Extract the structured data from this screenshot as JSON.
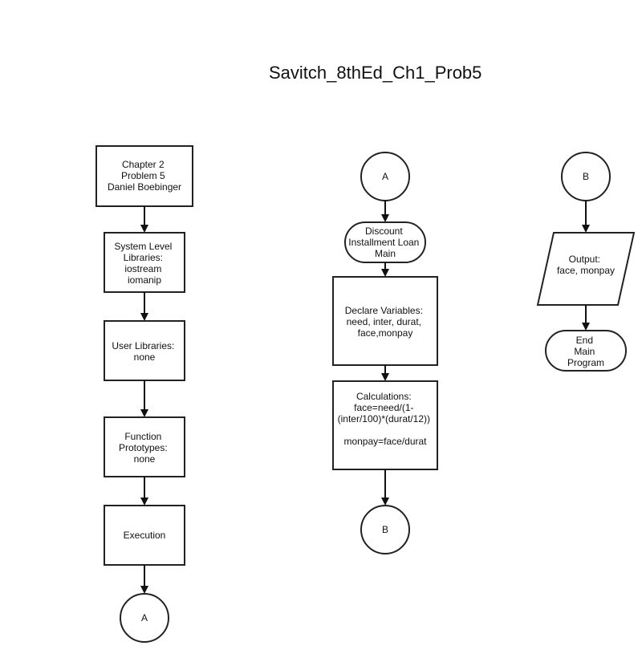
{
  "title": "Savitch_8thEd_Ch1_Prob5",
  "left_flow": {
    "header": [
      "Chapter 2",
      "Problem 5",
      "Daniel Boebinger"
    ],
    "system_libraries": [
      "System Level",
      "Libraries:",
      "iostream",
      "iomanip"
    ],
    "user_libraries": [
      "User Libraries:",
      "none"
    ],
    "function_prototypes": [
      "Function",
      "Prototypes:",
      "none"
    ],
    "execution": "Execution",
    "connector": "A"
  },
  "middle_flow": {
    "connector_in": "A",
    "main_start": [
      "Discount",
      "Installment Loan",
      "Main"
    ],
    "declare": [
      "Declare Variables:",
      "need, inter, durat,",
      "face,monpay"
    ],
    "calculations": [
      "Calculations:",
      "face=need/(1-",
      "(inter/100)*(durat/12))",
      "",
      "monpay=face/durat"
    ],
    "connector_out": "B"
  },
  "right_flow": {
    "connector_in": "B",
    "output": [
      "Output:",
      "face, monpay"
    ],
    "end": [
      "End",
      "Main",
      "Program"
    ]
  }
}
